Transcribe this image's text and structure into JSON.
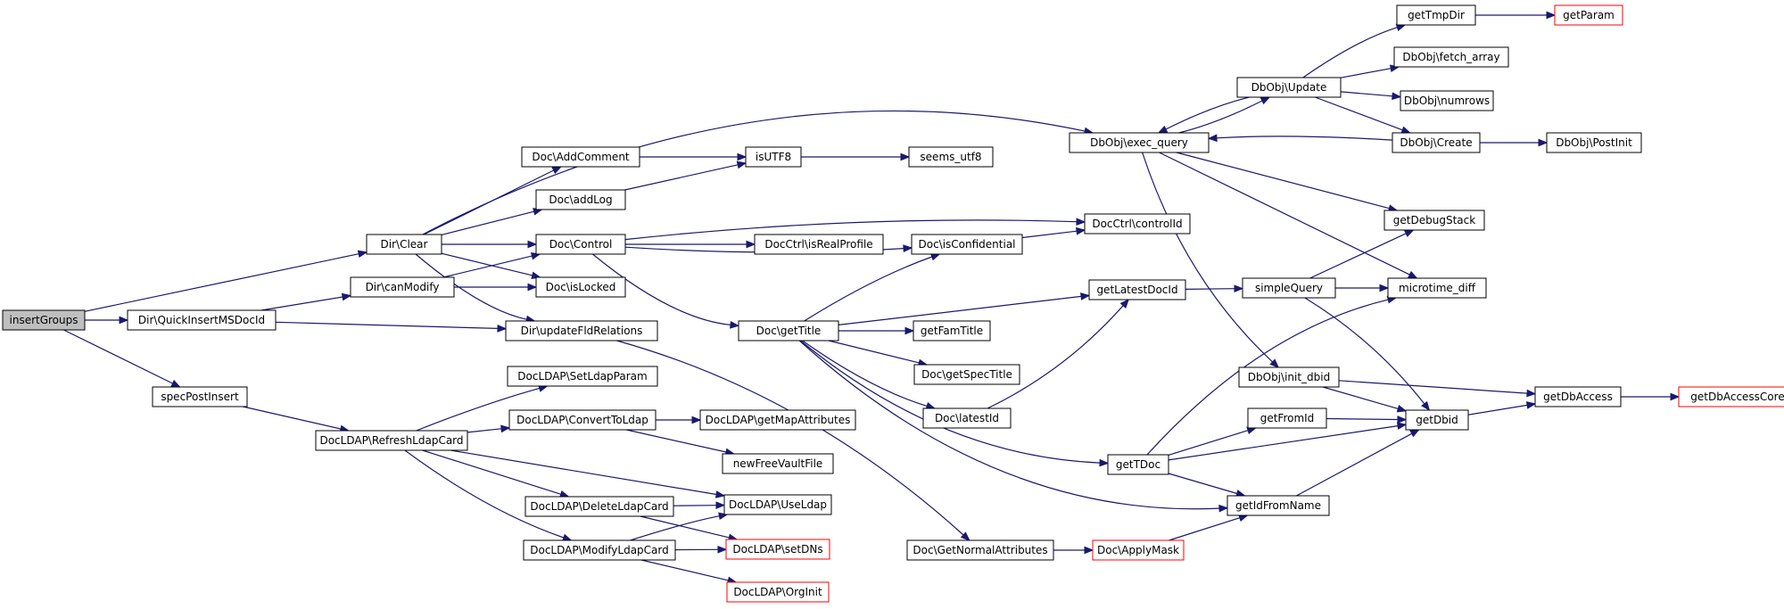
{
  "nodes": [
    {
      "id": "insertGroups",
      "label": "insertGroups",
      "root": true
    },
    {
      "id": "QuickInsertMSDocId",
      "label": "Dir\\QuickInsertMSDocId"
    },
    {
      "id": "specPostInsert",
      "label": "specPostInsert"
    },
    {
      "id": "DirClear",
      "label": "Dir\\Clear"
    },
    {
      "id": "DirCanModify",
      "label": "Dir\\canModify"
    },
    {
      "id": "DirUpdateFldRelations",
      "label": "Dir\\updateFldRelations"
    },
    {
      "id": "DocAddComment",
      "label": "Doc\\AddComment"
    },
    {
      "id": "DocAddLog",
      "label": "Doc\\addLog"
    },
    {
      "id": "DocControl",
      "label": "Doc\\Control"
    },
    {
      "id": "DocIsLocked",
      "label": "Doc\\isLocked"
    },
    {
      "id": "isUTF8",
      "label": "isUTF8"
    },
    {
      "id": "seemsUtf8",
      "label": "seems_utf8"
    },
    {
      "id": "DocCtrlIsRealProfile",
      "label": "DocCtrl\\isRealProfile"
    },
    {
      "id": "DocGetTitle",
      "label": "Doc\\getTitle"
    },
    {
      "id": "DocIsConfidential",
      "label": "Doc\\isConfidential"
    },
    {
      "id": "DocCtrlControlId",
      "label": "DocCtrl\\controlId"
    },
    {
      "id": "DbObjExecQuery",
      "label": "DbObj\\exec_query"
    },
    {
      "id": "getLatestDocId",
      "label": "getLatestDocId"
    },
    {
      "id": "getFamTitle",
      "label": "getFamTitle"
    },
    {
      "id": "DocGetSpecTitle",
      "label": "Doc\\getSpecTitle"
    },
    {
      "id": "DocLatestId",
      "label": "Doc\\latestId"
    },
    {
      "id": "getTDoc",
      "label": "getTDoc"
    },
    {
      "id": "getIdFromName",
      "label": "getIdFromName"
    },
    {
      "id": "DbObjUpdate",
      "label": "DbObj\\Update"
    },
    {
      "id": "getTmpDir",
      "label": "getTmpDir"
    },
    {
      "id": "getParam",
      "label": "getParam",
      "red": true
    },
    {
      "id": "DbObjFetchArray",
      "label": "DbObj\\fetch_array"
    },
    {
      "id": "DbObjNumrows",
      "label": "DbObj\\numrows"
    },
    {
      "id": "DbObjCreate",
      "label": "DbObj\\Create"
    },
    {
      "id": "DbObjPostInit",
      "label": "DbObj\\PostInit"
    },
    {
      "id": "getDebugStack",
      "label": "getDebugStack"
    },
    {
      "id": "simpleQuery",
      "label": "simpleQuery"
    },
    {
      "id": "microtimeDiff",
      "label": "microtime_diff"
    },
    {
      "id": "DbObjInitDbid",
      "label": "DbObj\\init_dbid"
    },
    {
      "id": "getFromId",
      "label": "getFromId"
    },
    {
      "id": "getDbid",
      "label": "getDbid"
    },
    {
      "id": "getDbAccess",
      "label": "getDbAccess"
    },
    {
      "id": "getDbAccessCore",
      "label": "getDbAccessCore",
      "red": true
    },
    {
      "id": "DocLDAPRefreshLdapCard",
      "label": "DocLDAP\\RefreshLdapCard"
    },
    {
      "id": "DocLDAPSetLdapParam",
      "label": "DocLDAP\\SetLdapParam"
    },
    {
      "id": "DocLDAPConvertToLdap",
      "label": "DocLDAP\\ConvertToLdap"
    },
    {
      "id": "DocLDAPGetMapAttributes",
      "label": "DocLDAP\\getMapAttributes"
    },
    {
      "id": "newFreeVaultFile",
      "label": "newFreeVaultFile"
    },
    {
      "id": "DocLDAPDeleteLdapCard",
      "label": "DocLDAP\\DeleteLdapCard"
    },
    {
      "id": "DocLDAPUseLdap",
      "label": "DocLDAP\\UseLdap"
    },
    {
      "id": "DocLDAPModifyLdapCard",
      "label": "DocLDAP\\ModifyLdapCard"
    },
    {
      "id": "DocLDAPSetDNs",
      "label": "DocLDAP\\setDNs",
      "red": true
    },
    {
      "id": "DocLDAPOrgInit",
      "label": "DocLDAP\\OrgInit",
      "red": true
    },
    {
      "id": "DocGetNormalAttributes",
      "label": "Doc\\GetNormalAttributes"
    },
    {
      "id": "DocApplyMask",
      "label": "Doc\\ApplyMask",
      "red": true
    }
  ],
  "edges": [
    [
      "insertGroups",
      "DirClear"
    ],
    [
      "insertGroups",
      "QuickInsertMSDocId"
    ],
    [
      "insertGroups",
      "specPostInsert"
    ],
    [
      "QuickInsertMSDocId",
      "DirCanModify"
    ],
    [
      "QuickInsertMSDocId",
      "DirUpdateFldRelations"
    ],
    [
      "specPostInsert",
      "DocLDAPRefreshLdapCard"
    ],
    [
      "DirClear",
      "DocAddComment"
    ],
    [
      "DirClear",
      "DocAddLog"
    ],
    [
      "DirClear",
      "DocControl"
    ],
    [
      "DirClear",
      "DocIsLocked"
    ],
    [
      "DirClear",
      "DirUpdateFldRelations"
    ],
    [
      "DirClear",
      "DbObjExecQuery"
    ],
    [
      "DirCanModify",
      "DocControl"
    ],
    [
      "DirCanModify",
      "DocIsLocked"
    ],
    [
      "DirUpdateFldRelations",
      "DocGetNormalAttributes"
    ],
    [
      "DocAddComment",
      "isUTF8"
    ],
    [
      "DocAddLog",
      "isUTF8"
    ],
    [
      "isUTF8",
      "seemsUtf8"
    ],
    [
      "DocControl",
      "DocCtrlIsRealProfile"
    ],
    [
      "DocControl",
      "DocCtrlControlId"
    ],
    [
      "DocControl",
      "DocIsConfidential"
    ],
    [
      "DocControl",
      "DocGetTitle"
    ],
    [
      "DocIsConfidential",
      "DocCtrlControlId"
    ],
    [
      "DocGetTitle",
      "DocIsConfidential"
    ],
    [
      "DocGetTitle",
      "getLatestDocId"
    ],
    [
      "DocGetTitle",
      "getFamTitle"
    ],
    [
      "DocGetTitle",
      "DocGetSpecTitle"
    ],
    [
      "DocGetTitle",
      "DocLatestId"
    ],
    [
      "DocGetTitle",
      "getTDoc"
    ],
    [
      "DocGetTitle",
      "getIdFromName"
    ],
    [
      "DocLatestId",
      "getLatestDocId"
    ],
    [
      "getLatestDocId",
      "simpleQuery"
    ],
    [
      "DbObjExecQuery",
      "DbObjUpdate"
    ],
    [
      "DbObjExecQuery",
      "getDebugStack"
    ],
    [
      "DbObjExecQuery",
      "microtimeDiff"
    ],
    [
      "DbObjExecQuery",
      "DbObjInitDbid"
    ],
    [
      "DbObjUpdate",
      "DbObjExecQuery"
    ],
    [
      "DbObjUpdate",
      "getTmpDir"
    ],
    [
      "DbObjUpdate",
      "DbObjFetchArray"
    ],
    [
      "DbObjUpdate",
      "DbObjNumrows"
    ],
    [
      "DbObjUpdate",
      "DbObjCreate"
    ],
    [
      "DbObjCreate",
      "DbObjExecQuery"
    ],
    [
      "DbObjCreate",
      "DbObjPostInit"
    ],
    [
      "getTmpDir",
      "getParam"
    ],
    [
      "simpleQuery",
      "getDebugStack"
    ],
    [
      "simpleQuery",
      "microtimeDiff"
    ],
    [
      "simpleQuery",
      "getDbid"
    ],
    [
      "DbObjInitDbid",
      "getDbid"
    ],
    [
      "DbObjInitDbid",
      "getDbAccess"
    ],
    [
      "getFromId",
      "getDbid"
    ],
    [
      "getTDoc",
      "getFromId"
    ],
    [
      "getTDoc",
      "getDbid"
    ],
    [
      "getTDoc",
      "getIdFromName"
    ],
    [
      "getTDoc",
      "microtimeDiff"
    ],
    [
      "getIdFromName",
      "getDbid"
    ],
    [
      "getDbid",
      "getDbAccess"
    ],
    [
      "getDbAccess",
      "getDbAccessCore"
    ],
    [
      "DocLDAPRefreshLdapCard",
      "DocLDAPSetLdapParam"
    ],
    [
      "DocLDAPRefreshLdapCard",
      "DocLDAPConvertToLdap"
    ],
    [
      "DocLDAPRefreshLdapCard",
      "DocLDAPUseLdap"
    ],
    [
      "DocLDAPRefreshLdapCard",
      "DocLDAPDeleteLdapCard"
    ],
    [
      "DocLDAPRefreshLdapCard",
      "DocLDAPModifyLdapCard"
    ],
    [
      "DocLDAPConvertToLdap",
      "DocLDAPGetMapAttributes"
    ],
    [
      "DocLDAPConvertToLdap",
      "newFreeVaultFile"
    ],
    [
      "DocLDAPDeleteLdapCard",
      "DocLDAPUseLdap"
    ],
    [
      "DocLDAPDeleteLdapCard",
      "DocLDAPSetDNs"
    ],
    [
      "DocLDAPModifyLdapCard",
      "DocLDAPUseLdap"
    ],
    [
      "DocLDAPModifyLdapCard",
      "DocLDAPSetDNs"
    ],
    [
      "DocLDAPModifyLdapCard",
      "DocLDAPOrgInit"
    ],
    [
      "DocGetNormalAttributes",
      "DocApplyMask"
    ],
    [
      "DocApplyMask",
      "getIdFromName"
    ]
  ]
}
